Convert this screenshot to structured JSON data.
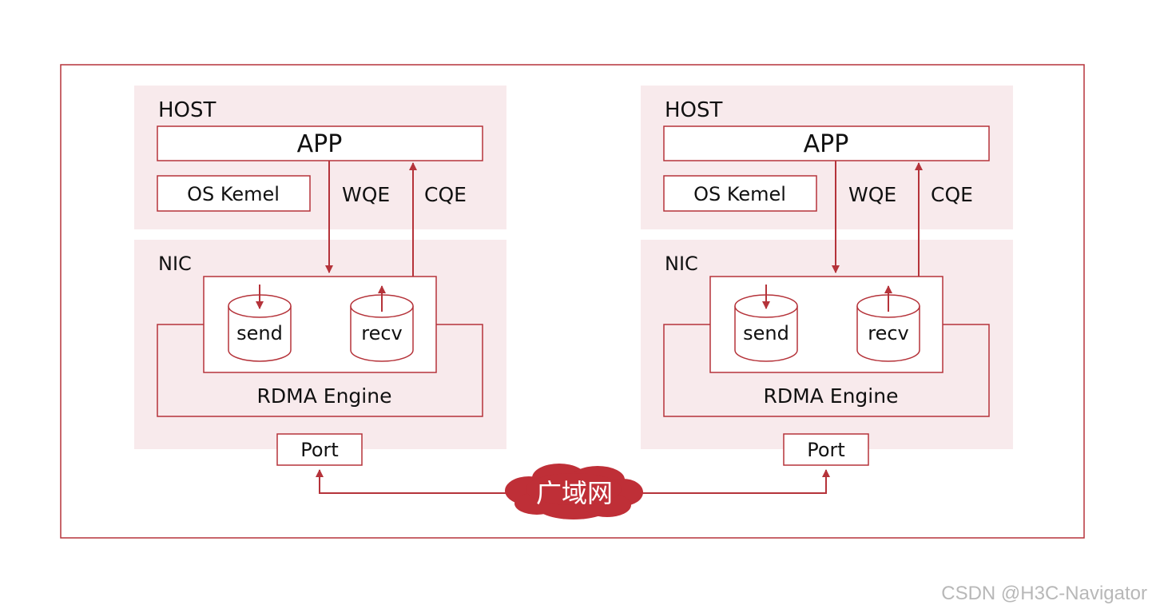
{
  "labels": {
    "host": "HOST",
    "app": "APP",
    "os_kernel": "OS Kemel",
    "wqe": "WQE",
    "cqe": "CQE",
    "nic": "NIC",
    "send": "send",
    "recv": "recv",
    "rdma_engine": "RDMA Engine",
    "port": "Port",
    "network": "广域网"
  },
  "watermark": "CSDN @H3C-Navigator",
  "colors": {
    "line": "#b5333a",
    "panel_fill": "#f8eaec",
    "box_fill": "#ffffff",
    "cloud_fill": "#bf2f37",
    "text": "#111111"
  }
}
